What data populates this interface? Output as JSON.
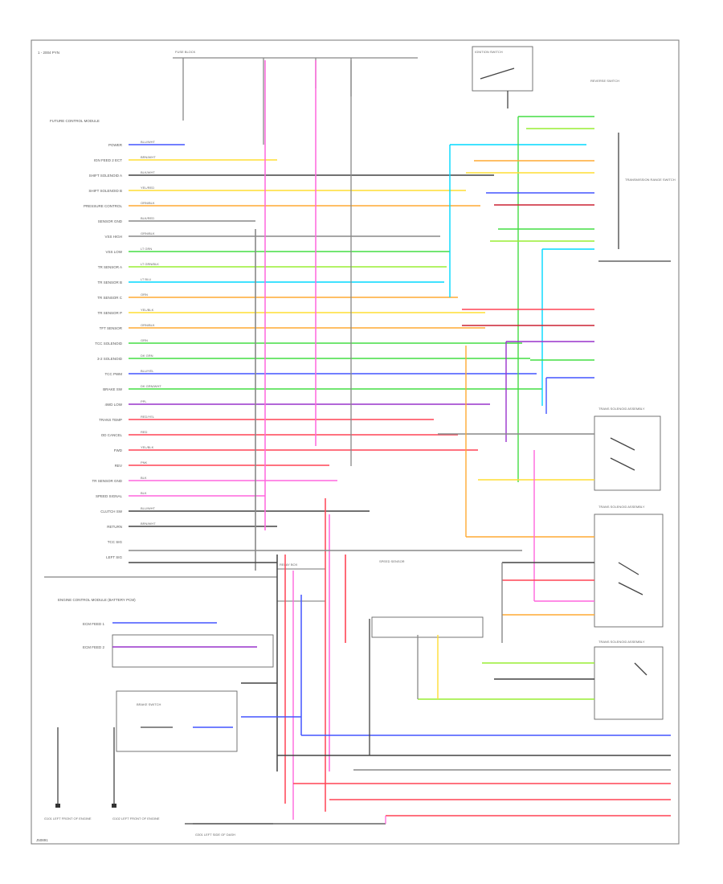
{
  "header": {
    "corner_label": "1 - 2004 PYN"
  },
  "footer": {
    "code": "J50891"
  },
  "components": {
    "pcm": "FUTURE CONTROL MODULE",
    "ecm": "ENGINE CONTROL MODULE (BATTERY PCM)",
    "ignition_switch": "IGNITION SWITCH",
    "trans_range": "TRANSMISSION RANGE SWITCH",
    "sensor_reverse": "REVERSE SWITCH",
    "trans_solenoid_top": "TRANS SOLENOID ASSEMBLY",
    "trans_solenoid_mid": "TRANS SOLENOID ASSEMBLY",
    "trans_solenoid_bot": "TRANS SOLENOID ASSEMBLY",
    "speed_sensor": "SPEED SENSOR",
    "fuse_box": "FUSE BLOCK",
    "brake_switch": "BRAKE SWITCH",
    "relay_box": "RELAY BOX",
    "ground_left": "G101 LEFT FRONT OF ENGINE",
    "ground_right": "G102 LEFT FRONT OF ENGINE",
    "ground_bottom": "G301 LEFT SIDE OF DASH"
  },
  "pcm_pins": [
    "POWER",
    "IGN FEED 2 ECT",
    "SHIFT SOLENOID A",
    "SHIFT SOLENOID B",
    "PRESSURE CONTROL",
    "SENSOR GND",
    "VSS HIGH",
    "VSS LOW",
    "TR SENSOR A",
    "TR SENSOR B",
    "TR SENSOR C",
    "TR SENSOR P",
    "TFT SENSOR",
    "TCC SOLENOID",
    "3-2 SOLENOID",
    "TCC PWM",
    "BRAKE SW",
    "4WD LOW",
    "TRANS TEMP",
    "OD CANCEL",
    "FWD",
    "REV",
    "TR SENSOR GND",
    "SPEED SIGNAL",
    "CLUTCH SW",
    "RETURN",
    "TCC SIG",
    "LEFT SIG"
  ],
  "ecm_pins": [
    "ECM FEED 1",
    "ECM FEED 2"
  ],
  "wire_colors": [
    "BLU/WHT",
    "BRN/WHT",
    "BLK/WHT",
    "YEL/RED",
    "ORN/BLK",
    "BLK/RED",
    "GRN/BLK",
    "LT GRN",
    "LT GRN/BLK",
    "LT BLU",
    "ORN",
    "YEL/BLK",
    "ORN/BLK",
    "GRN",
    "DK GRN",
    "BLU/YEL",
    "DK GRN/WHT",
    "PPL",
    "RED/YEL",
    "RED",
    "YEL/BLK",
    "PNK",
    "BLK",
    "BLK"
  ],
  "colors": {
    "cyan": "#00d8ff",
    "green": "#44dd44",
    "light_green": "#99ee33",
    "yellow": "#ffdd33",
    "orange": "#ffaa33",
    "red": "#ff4455",
    "pink": "#ff66dd",
    "purple": "#9933cc",
    "blue": "#4455ff",
    "dark_red": "#cc2233",
    "gray": "#888888",
    "dark_gray": "#444444"
  }
}
